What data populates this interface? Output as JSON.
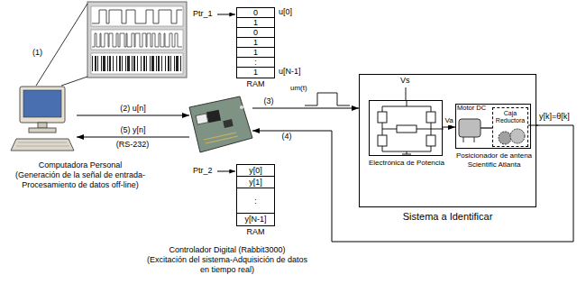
{
  "diagram": {
    "nodes": [
      {
        "text": [
          "Computadora Personal",
          "(Generación de la señal de entrada- Procesamiento de datos off-line)"
        ]
      },
      {
        "text": [
          "0",
          "1",
          "0",
          "1",
          "1",
          ":",
          "1",
          "RAM"
        ]
      },
      {
        "text": [
          "Controlador Digital (Rabbit3000)",
          "(Excitación del sistema-Adquisición de datos en tiempo real)"
        ]
      },
      {
        "text": [
          "y[0]",
          "y[1]",
          ":",
          "y[N-1]",
          "RAM"
        ]
      },
      {
        "text": [
          "Sistema a Identificar"
        ]
      },
      {
        "text": [
          "Electrónica de Potencia"
        ],
        "in": 4
      },
      {
        "text": [
          "Posicionador de antena Scientific Atlanta"
        ],
        "in": 4
      },
      {
        "text": [
          "Caja Reductora"
        ],
        "in": 6
      }
    ],
    "edges": [
      {
        "from": 0,
        "to": 2,
        "label": "(2) u[n]",
        "arrow": "to"
      },
      {
        "from": 2,
        "to": 0,
        "label": "(5) y[n]",
        "arrow": "to"
      },
      {
        "from": 2,
        "to": 4,
        "label": "(3)",
        "arrow": "to"
      },
      {
        "from": 4,
        "to": 2,
        "label": "(4)",
        "arrow": "to"
      },
      {
        "from": 5,
        "to": 6,
        "label": "Va",
        "arrow": "to"
      }
    ],
    "labels": [
      "(1)",
      "Ptr_1",
      "u[0]",
      "u[N-1]",
      "Ptr_2",
      "(RS-232)",
      "um(t)",
      "Vs",
      "Motor DC",
      "y[k]=θ[k]"
    ]
  }
}
